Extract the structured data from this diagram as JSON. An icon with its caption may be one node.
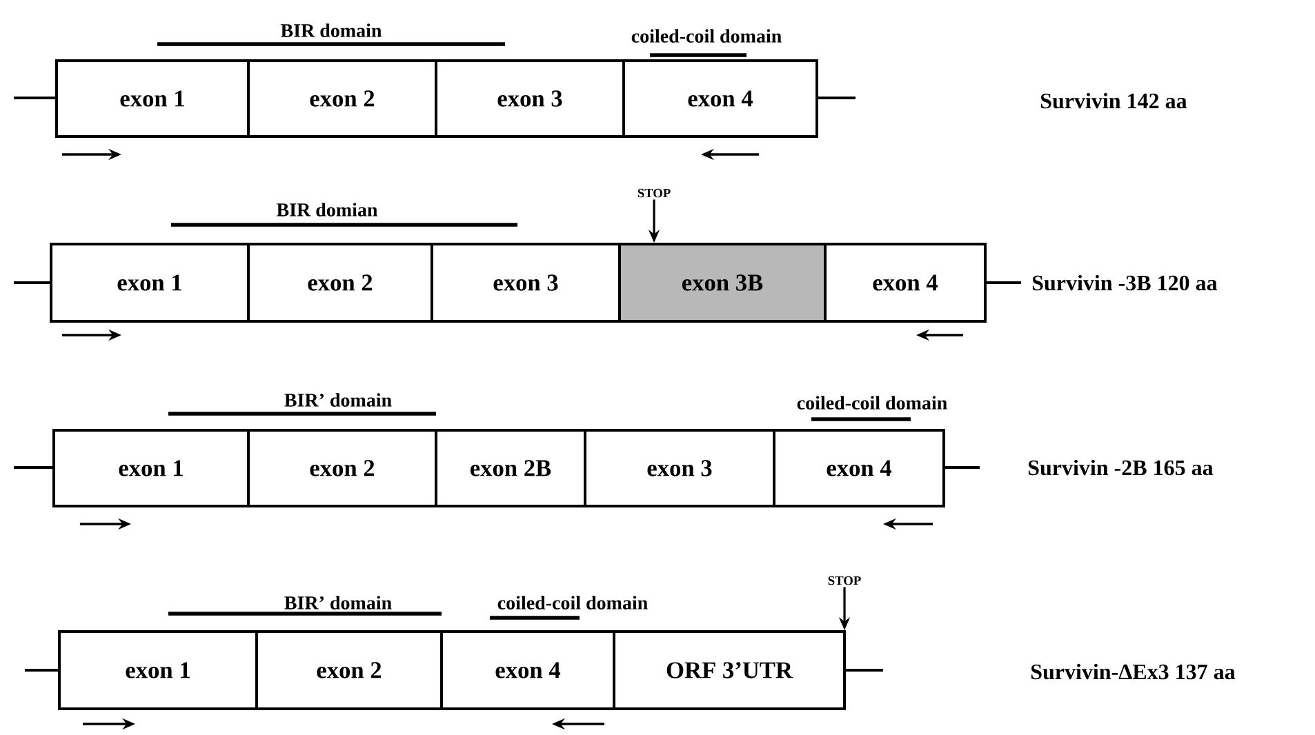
{
  "diagram": {
    "nodes": [
      {
        "text": [
          "exon 1"
        ]
      },
      {
        "text": [
          "exon 2"
        ]
      },
      {
        "text": [
          "exon 3"
        ]
      },
      {
        "text": [
          "exon 4"
        ]
      },
      {
        "text": [
          "STOP"
        ]
      },
      {
        "text": [
          "exon 1"
        ]
      },
      {
        "text": [
          "exon 2"
        ]
      },
      {
        "text": [
          "exon 3"
        ]
      },
      {
        "text": [
          "exon 3B"
        ]
      },
      {
        "text": [
          "exon 4"
        ]
      },
      {
        "text": [
          "exon 1"
        ]
      },
      {
        "text": [
          "exon 2"
        ]
      },
      {
        "text": [
          "exon 2B"
        ]
      },
      {
        "text": [
          "exon 3"
        ]
      },
      {
        "text": [
          "exon 4"
        ]
      },
      {
        "text": [
          "STOP"
        ]
      },
      {
        "text": [
          "exon 1"
        ]
      },
      {
        "text": [
          "exon 2"
        ]
      },
      {
        "text": [
          "exon 4"
        ]
      },
      {
        "text": [
          "ORF 3’UTR"
        ]
      }
    ],
    "edges": [
      {
        "from": 4,
        "to": 8,
        "arrow": "to"
      },
      {
        "from": 15,
        "to": 19,
        "arrow": "to"
      }
    ],
    "labels": [
      "BIR domain",
      "coiled-coil domain",
      "Survivin 142 aa",
      "BIR domian",
      "Survivin -3B 120 aa",
      "BIR’ domain",
      "coiled-coil domain",
      "Survivin -2B 165 aa",
      "BIR’ domain",
      "coiled-coil domain",
      "Survivin-ΔEx3 137 aa"
    ]
  }
}
